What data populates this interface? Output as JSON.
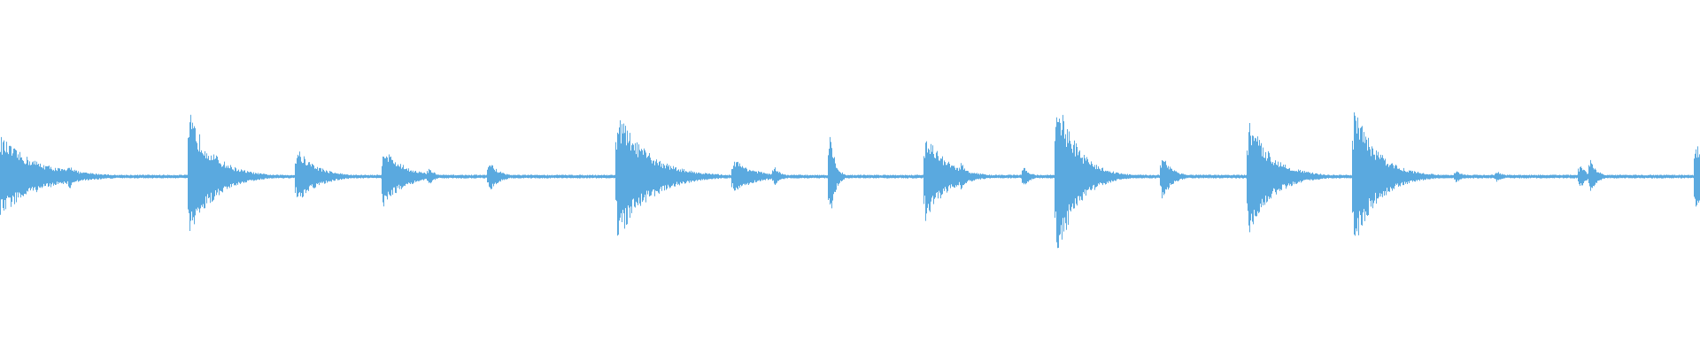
{
  "colors": {
    "background": "#ffffff",
    "waveform": "#5aa9df"
  },
  "waveform": {
    "baseline_amplitude": 0.012,
    "peak_scale": 1.0,
    "transients": [
      {
        "t": 0.0,
        "amp": 0.26,
        "decay": 0.022,
        "kind": "burst"
      },
      {
        "t": 0.04,
        "amp": 0.09,
        "decay": 0.006
      },
      {
        "t": 0.111,
        "amp": 0.42,
        "decay": 0.014
      },
      {
        "t": 0.174,
        "amp": 0.19,
        "decay": 0.012
      },
      {
        "t": 0.225,
        "amp": 0.2,
        "decay": 0.012
      },
      {
        "t": 0.252,
        "amp": 0.06,
        "decay": 0.004
      },
      {
        "t": 0.287,
        "amp": 0.11,
        "decay": 0.006
      },
      {
        "t": 0.363,
        "amp": 0.42,
        "decay": 0.018
      },
      {
        "t": 0.431,
        "amp": 0.12,
        "decay": 0.012
      },
      {
        "t": 0.455,
        "amp": 0.07,
        "decay": 0.004
      },
      {
        "t": 0.488,
        "amp": 0.3,
        "decay": 0.003
      },
      {
        "t": 0.544,
        "amp": 0.3,
        "decay": 0.012
      },
      {
        "t": 0.565,
        "amp": 0.1,
        "decay": 0.004
      },
      {
        "t": 0.602,
        "amp": 0.07,
        "decay": 0.004
      },
      {
        "t": 0.621,
        "amp": 0.56,
        "decay": 0.012
      },
      {
        "t": 0.683,
        "amp": 0.16,
        "decay": 0.006
      },
      {
        "t": 0.734,
        "amp": 0.38,
        "decay": 0.014
      },
      {
        "t": 0.796,
        "amp": 0.46,
        "decay": 0.014
      },
      {
        "t": 0.856,
        "amp": 0.05,
        "decay": 0.004
      },
      {
        "t": 0.88,
        "amp": 0.04,
        "decay": 0.004
      },
      {
        "t": 0.929,
        "amp": 0.09,
        "decay": 0.004
      },
      {
        "t": 0.935,
        "amp": 0.12,
        "decay": 0.004
      },
      {
        "t": 0.997,
        "amp": 0.22,
        "decay": 0.01,
        "kind": "burst"
      }
    ]
  }
}
